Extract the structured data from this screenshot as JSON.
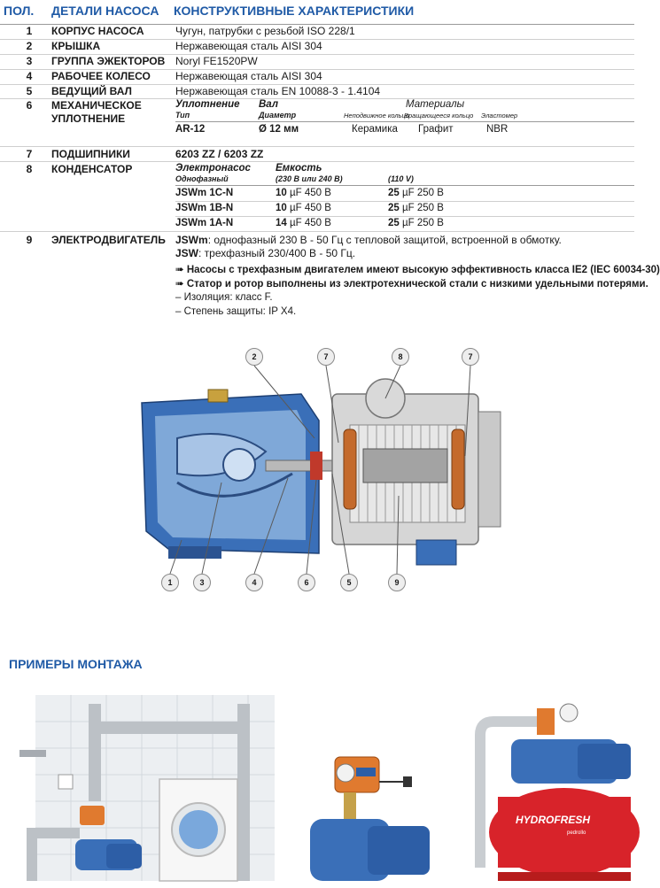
{
  "header": {
    "pos": "ПОЛ.",
    "details": "ДЕТАЛИ НАСОСА",
    "characteristics": "КОНСТРУКТИВНЫЕ ХАРАКТЕРИСТИКИ"
  },
  "rows": [
    {
      "num": "1",
      "name": "КОРПУС НАСОСА",
      "value": "Чугун, патрубки с резьбой ISO 228/1"
    },
    {
      "num": "2",
      "name": "КРЫШКА",
      "value": "Нержавеющая сталь AISI 304"
    },
    {
      "num": "3",
      "name": "ГРУППА ЭЖЕКТОРОВ",
      "value": "Noryl FE1520PW"
    },
    {
      "num": "4",
      "name": "РАБОЧЕЕ КОЛЕСО",
      "value": "Нержавеющая сталь AISI 304"
    },
    {
      "num": "5",
      "name": "ВЕДУЩИЙ ВАЛ",
      "value": "Нержавеющая сталь EN 10088-3 - 1.4104"
    }
  ],
  "seal": {
    "num": "6",
    "name_line1": "МЕХАНИЧЕСКОЕ",
    "name_line2": "УПЛОТНЕНИЕ",
    "h_seal": "Уплотнение",
    "h_shaft": "Вал",
    "h_materials": "Материалы",
    "sub_type": "Тип",
    "sub_diameter": "Диаметр",
    "sub_fixed": "Неподвижное кольцо",
    "sub_rotating": "Вращающееся кольцо",
    "sub_elastomer": "Эластомер",
    "type": "AR-12",
    "diameter": "Ø 12 мм",
    "fixed": "Керамика",
    "rotating": "Графит",
    "elastomer": "NBR"
  },
  "bearings": {
    "num": "7",
    "name": "ПОДШИПНИКИ",
    "value": "6203 ZZ / 6203 ZZ"
  },
  "capacitor": {
    "num": "8",
    "name": "КОНДЕНСАТОР",
    "h_pump": "Электронасос",
    "h_capacity": "Емкость",
    "sub_single": "Однофазный",
    "sub_v1": "(230 В или 240 В)",
    "sub_v2": "(110 V)",
    "items": [
      {
        "model": "JSWm 1C-N",
        "c1": "10",
        "c1u": " µF 450 В",
        "c2": "25",
        "c2u": " µF 250 В"
      },
      {
        "model": "JSWm 1B-N",
        "c1": "10",
        "c1u": " µF 450 В",
        "c2": "25",
        "c2u": " µF 250 В"
      },
      {
        "model": "JSWm 1A-N",
        "c1": "14",
        "c1u": " µF 450 В",
        "c2": "25",
        "c2u": " µF 250 В"
      }
    ]
  },
  "motor": {
    "num": "9",
    "name": "ЭЛЕКТРОДВИГАТЕЛЬ",
    "jswm_label": "JSWm",
    "jswm_text": ":  однофазный 230 В - 50 Гц с тепловой защитой, встроенной в обмотку.",
    "jsw_label": "JSW",
    "jsw_text": ":    трехфазный 230/400 В - 50 Гц.",
    "note1": "➠ Насосы с трехфазным двигателем имеют высокую эффективность класса IE2 (IEC 60034-30)",
    "note2": "➠ Статор и ротор выполнены из электротехнической стали с низкими удельными потерями.",
    "note3": "– Изоляция: класс F.",
    "note4": "– Степень защиты: IP X4."
  },
  "diagram": {
    "callouts": [
      "1",
      "2",
      "3",
      "4",
      "5",
      "6",
      "7",
      "7",
      "8",
      "9"
    ]
  },
  "installation": {
    "title": "ПРИМЕРЫ  МОНТАЖА",
    "tank_brand": "HYDROFRESH",
    "tank_maker": "pedrollo"
  },
  "colors": {
    "header_blue": "#1f5aa6",
    "pump_blue": "#3a6fb8",
    "tank_red": "#d8232a",
    "copper": "#c46a2c"
  }
}
